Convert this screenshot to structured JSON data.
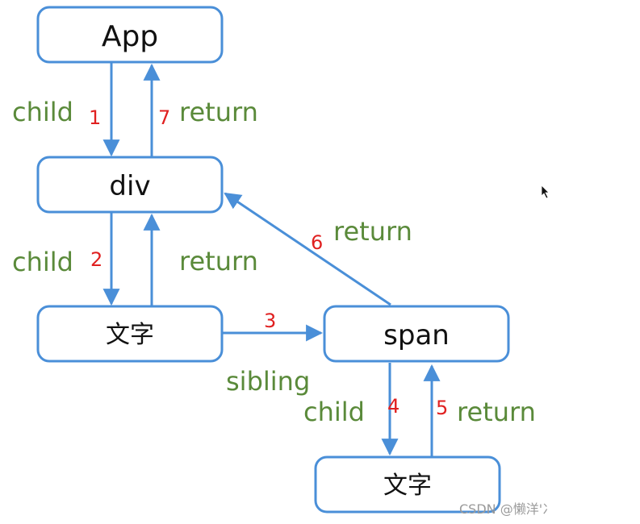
{
  "colors": {
    "node_stroke": "#4a8fd8",
    "arrow": "#4a8fd8",
    "label_green": "#5a8a3a",
    "step_red": "#e02020",
    "watermark": "#9a9a9a"
  },
  "nodes": {
    "app": "App",
    "div": "div",
    "text1": "文字",
    "span": "span",
    "text2": "文字"
  },
  "edges": {
    "app_div_child": {
      "label": "child",
      "step": "1"
    },
    "div_app_return": {
      "label": "return",
      "step": "7"
    },
    "div_text1_child": {
      "label": "child",
      "step": "2"
    },
    "text1_div_return": {
      "label": "return"
    },
    "text1_span_sibling": {
      "label": "sibling",
      "step": "3"
    },
    "span_div_return": {
      "label": "return",
      "step": "6"
    },
    "span_text2_child": {
      "label": "child",
      "step": "4"
    },
    "text2_span_return": {
      "label": "return",
      "step": "5"
    }
  },
  "watermark": "CSDN @懒洋'冫"
}
